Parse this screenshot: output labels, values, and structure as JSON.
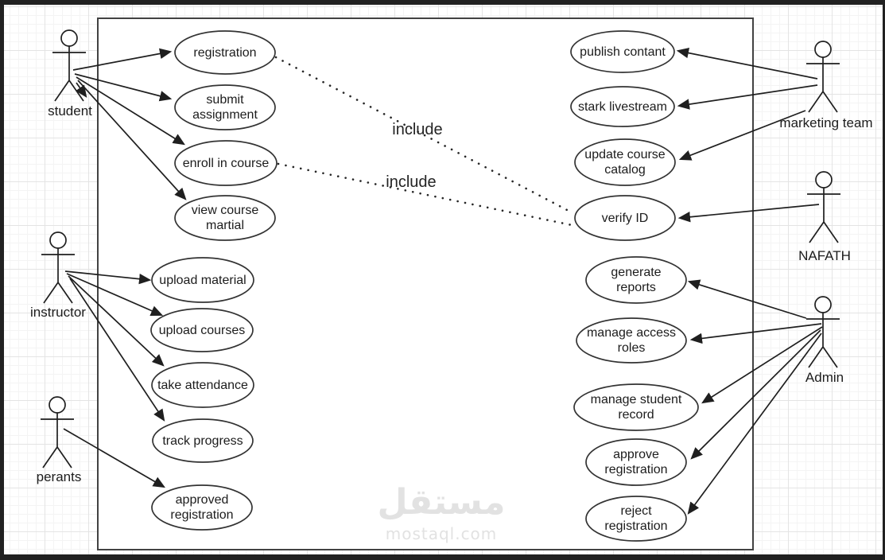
{
  "diagram": {
    "kind": "uml-use-case-diagram",
    "actors": [
      {
        "name": "student"
      },
      {
        "name": "instructor"
      },
      {
        "name": "perants"
      },
      {
        "name": "marketing team"
      },
      {
        "name": "NAFATH"
      },
      {
        "name": "Admin"
      }
    ],
    "use_cases": [
      {
        "label": "registration"
      },
      {
        "label": "submit\nassignment"
      },
      {
        "label": "enroll in course"
      },
      {
        "label": "view course\nmartial"
      },
      {
        "label": "upload material"
      },
      {
        "label": "upload courses"
      },
      {
        "label": "take attendance"
      },
      {
        "label": "track progress"
      },
      {
        "label": "approved\nregistration"
      },
      {
        "label": "publish contant"
      },
      {
        "label": "stark livestream"
      },
      {
        "label": "update course\ncatalog"
      },
      {
        "label": "verify ID"
      },
      {
        "label": "generate\nreports"
      },
      {
        "label": "manage access\nroles"
      },
      {
        "label": "manage student\nrecord"
      },
      {
        "label": "approve\nregistration"
      },
      {
        "label": "reject\nregistration"
      }
    ],
    "include_labels": [
      "include",
      "include"
    ],
    "relationships": [
      {
        "from": "student",
        "to": "registration",
        "type": "association"
      },
      {
        "from": "student",
        "to": "submit assignment",
        "type": "association"
      },
      {
        "from": "student",
        "to": "enroll in course",
        "type": "association"
      },
      {
        "from": "student",
        "to": "view course martial",
        "type": "association"
      },
      {
        "from": "instructor",
        "to": "upload material",
        "type": "association"
      },
      {
        "from": "instructor",
        "to": "upload courses",
        "type": "association"
      },
      {
        "from": "instructor",
        "to": "take attendance",
        "type": "association"
      },
      {
        "from": "instructor",
        "to": "track progress",
        "type": "association"
      },
      {
        "from": "perants",
        "to": "approved registration",
        "type": "association"
      },
      {
        "from": "marketing team",
        "to": "publish contant",
        "type": "association"
      },
      {
        "from": "marketing team",
        "to": "stark livestream",
        "type": "association"
      },
      {
        "from": "marketing team",
        "to": "update course catalog",
        "type": "association"
      },
      {
        "from": "NAFATH",
        "to": "verify ID",
        "type": "association"
      },
      {
        "from": "Admin",
        "to": "generate reports",
        "type": "association"
      },
      {
        "from": "Admin",
        "to": "manage access roles",
        "type": "association"
      },
      {
        "from": "Admin",
        "to": "manage student record",
        "type": "association"
      },
      {
        "from": "Admin",
        "to": "approve registration",
        "type": "association"
      },
      {
        "from": "Admin",
        "to": "reject registration",
        "type": "association"
      },
      {
        "from": "registration",
        "to": "verify ID",
        "type": "include"
      },
      {
        "from": "enroll in course",
        "to": "verify ID",
        "type": "include"
      }
    ]
  },
  "watermark": {
    "arabic": "مستقل",
    "domain": "mostaql.com"
  },
  "colors": {
    "frame": "#212121",
    "background": "#ffffff",
    "grid_minor": "#f4f4f4",
    "grid_major": "#e4e4e4",
    "stroke": "#1f1f1f",
    "boundary": "#424242",
    "label": "#1c1c1c",
    "watermark": "#e2e2e2"
  }
}
